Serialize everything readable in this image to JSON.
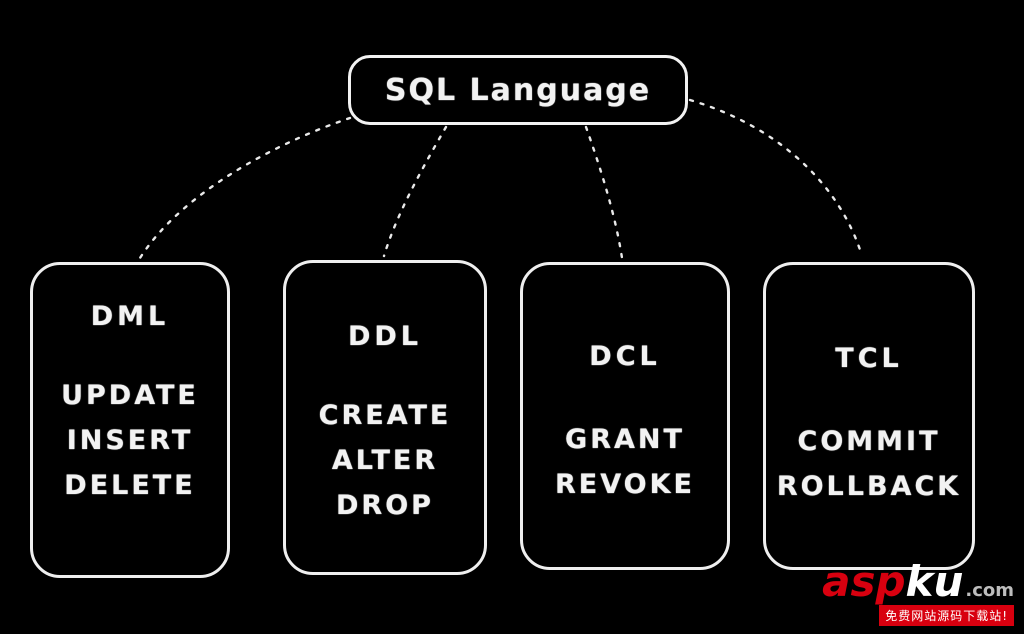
{
  "title": "SQL Language",
  "boxes": [
    {
      "name": "DML",
      "items": [
        "UPDATE",
        "INSERT",
        "DELETE"
      ]
    },
    {
      "name": "DDL",
      "items": [
        "CREATE",
        "ALTER",
        "DROP"
      ]
    },
    {
      "name": "DCL",
      "items": [
        "GRANT",
        "REVOKE"
      ]
    },
    {
      "name": "TCL",
      "items": [
        "COMMIT",
        "ROLLBACK"
      ]
    }
  ],
  "watermark": {
    "brand_red": "asp",
    "brand_white": "ku",
    "brand_suffix": ".com",
    "tagline": "免费网站源码下载站!"
  },
  "colors": {
    "background": "#000000",
    "stroke": "#f2f2f2",
    "accent_red": "#d8000f"
  }
}
